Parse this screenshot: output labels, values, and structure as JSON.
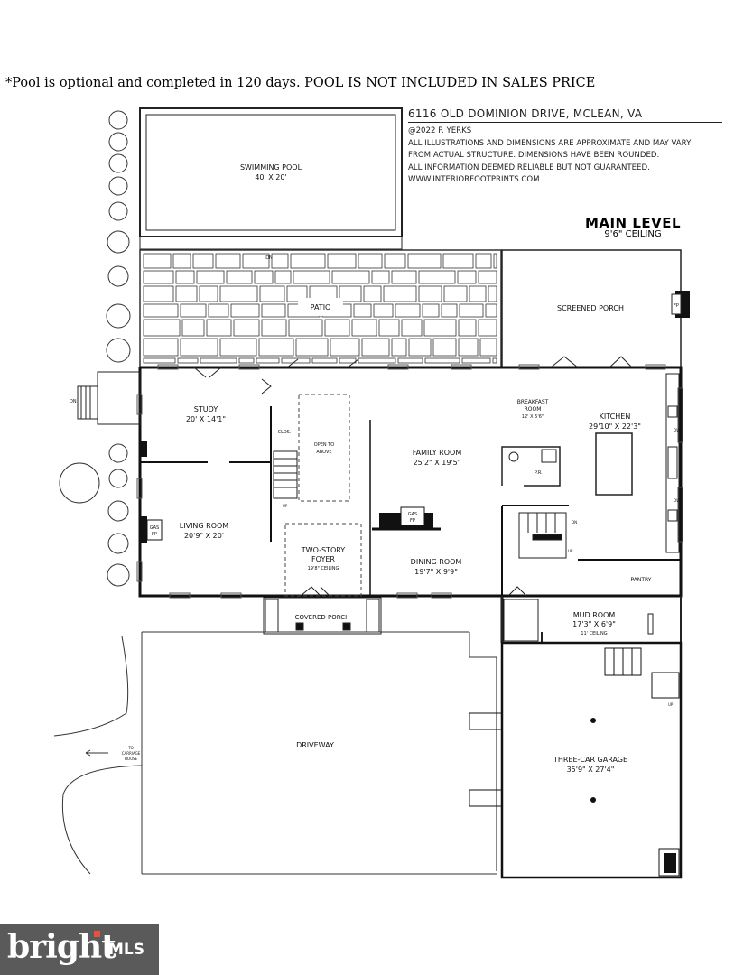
{
  "notice": "*Pool is optional and completed in 120 days. POOL IS NOT INCLUDED IN SALES PRICE",
  "header": {
    "address": "6116 OLD DOMINION DRIVE, MCLEAN, VA",
    "copyright": "@2022 P. YERKS",
    "disclaimer_1": "ALL ILLUSTRATIONS AND DIMENSIONS ARE APPROXIMATE AND MAY VARY",
    "disclaimer_2": "FROM ACTUAL STRUCTURE. DIMENSIONS HAVE BEEN ROUNDED.",
    "disclaimer_3": "ALL INFORMATION DEEMED RELIABLE BUT NOT GUARANTEED.",
    "website": "WWW.INTERIORFOOTPRINTS.COM"
  },
  "level": {
    "title": "MAIN LEVEL",
    "ceiling": "9'6\" CEILING"
  },
  "rooms": {
    "pool": {
      "name": "SWIMMING POOL",
      "dims": "40' X 20'"
    },
    "patio": {
      "name": "PATIO"
    },
    "screened_porch": {
      "name": "SCREENED PORCH"
    },
    "study": {
      "name": "STUDY",
      "dims": "20' X 14'1\""
    },
    "open_above": {
      "line1": "OPEN TO",
      "line2": "ABOVE"
    },
    "family_room": {
      "name": "FAMILY ROOM",
      "dims": "25'2\" X 19'5\""
    },
    "breakfast": {
      "name": "BREAKFAST",
      "name2": "ROOM",
      "dims": "12' X 5'6\""
    },
    "kitchen": {
      "name": "KITCHEN",
      "dims": "29'10\" X 22'3\""
    },
    "living_room": {
      "name": "LIVING ROOM",
      "dims": "20'9\" X 20'"
    },
    "foyer": {
      "name": "TWO-STORY",
      "name2": "FOYER",
      "dims": "19'8\" CEILING"
    },
    "dining_room": {
      "name": "DINING ROOM",
      "dims": "19'7\" X 9'9\""
    },
    "pantry": {
      "name": "PANTRY"
    },
    "mud_room": {
      "name": "MUD ROOM",
      "dims": "17'3\" X 6'9\"",
      "ceiling": "11' CEILING"
    },
    "covered_porch": {
      "name": "COVERED PORCH"
    },
    "driveway": {
      "name": "DRIVEWAY"
    },
    "garage": {
      "name": "THREE-CAR GARAGE",
      "dims": "35'9\" X 27'4\""
    }
  },
  "labels": {
    "dn": "DN",
    "up": "UP",
    "clos": "CLOS.",
    "gas": "GAS",
    "fp": "FP",
    "pr": "P.R.",
    "dw": "DW",
    "carriage_1": "TO",
    "carriage_2": "CARRIAGE",
    "carriage_3": "HOUSE"
  },
  "logo": {
    "brand": "bright",
    "mls": "MLS"
  }
}
